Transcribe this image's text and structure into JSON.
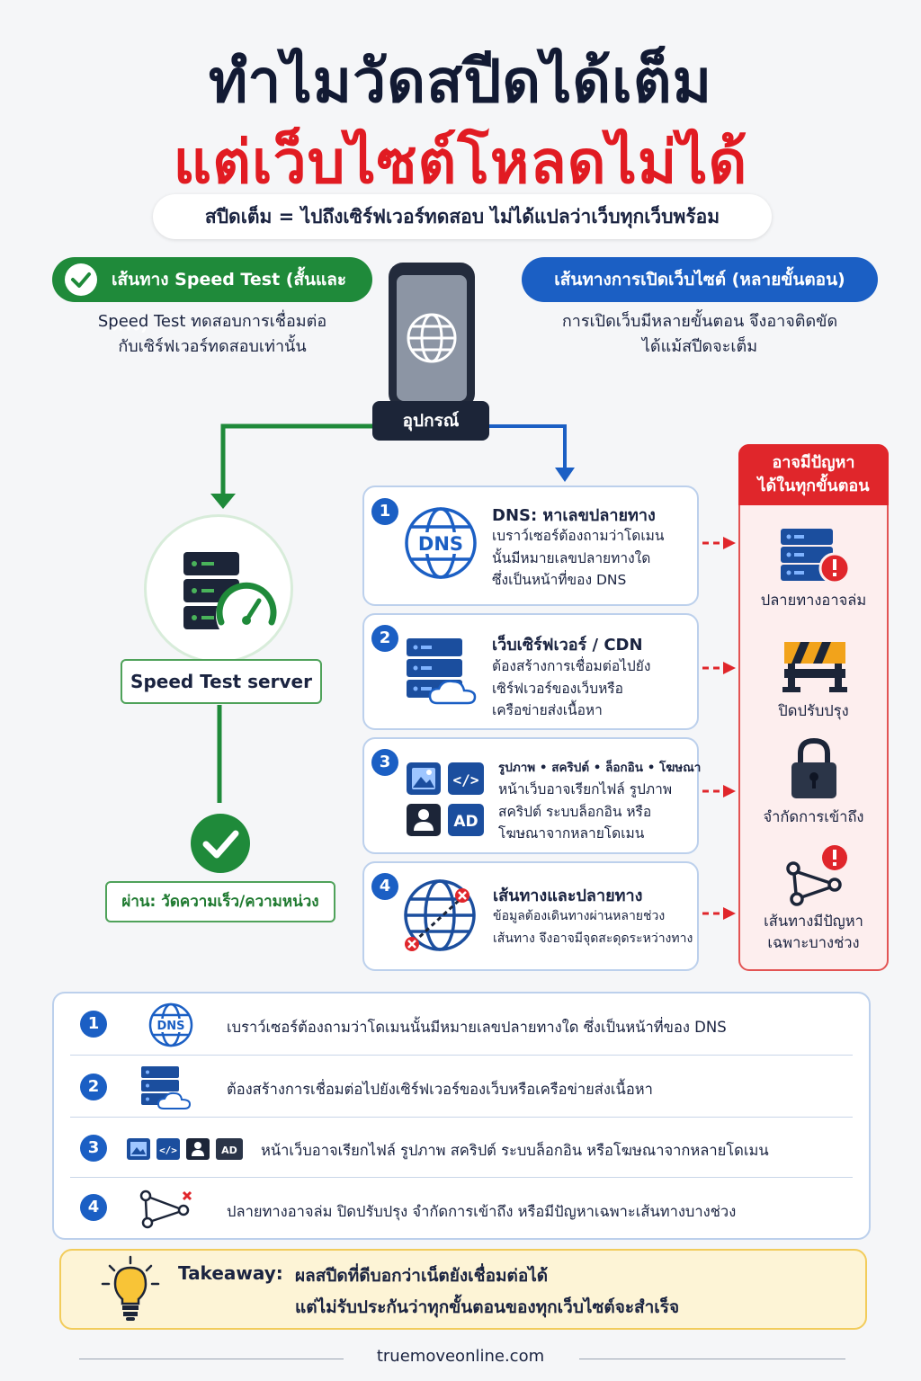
{
  "title": {
    "line1": "ทำไมวัดสปีดได้เต็ม",
    "line2": "แต่เว็บไซต์โหลดไม่ได้",
    "subtitle": "สปีดเต็ม = ไปถึงเซิร์ฟเวอร์ทดสอบ ไม่ได้แปลว่าเว็บทุกเว็บพร้อม"
  },
  "speedtest": {
    "pill": "เส้นทาง Speed Test (สั้นและตรง)",
    "desc_line1": "Speed Test ทดสอบการเชื่อมต่อ",
    "desc_line2": "กับเซิร์ฟเวอร์ทดสอบเท่านั้น",
    "server_label": "Speed Test server",
    "pass_label": "ผ่าน: วัดความเร็ว/ความหน่วง"
  },
  "website": {
    "pill": "เส้นทางการเปิดเว็บไซต์ (หลายขั้นตอน)",
    "desc_line1": "การเปิดเว็บมีหลายขั้นตอน จึงอาจติดขัด",
    "desc_line2": "ได้แม้สปีดจะเต็ม"
  },
  "device": {
    "label": "อุปกรณ์"
  },
  "steps": [
    {
      "num": "1",
      "icon": "dns-globe-icon",
      "title": "DNS: หาเลขปลายทาง",
      "lines": [
        "เบราว์เซอร์ต้องถามว่าโดเมน",
        "นั้นมีหมายเลขปลายทางใด",
        "ซึ่งเป็นหน้าที่ของ DNS"
      ]
    },
    {
      "num": "2",
      "icon": "server-cloud-icon",
      "title": "เว็บเซิร์ฟเวอร์ / CDN",
      "lines": [
        "ต้องสร้างการเชื่อมต่อไปยัง",
        "เซิร์ฟเวอร์ของเว็บหรือ",
        "เครือข่ายส่งเนื้อหา"
      ]
    },
    {
      "num": "3",
      "icon": "web-resources-icon",
      "title": "รูปภาพ • สคริปต์ • ล็อกอิน • โฆษณา",
      "lines": [
        "หน้าเว็บอาจเรียกไฟล์ รูปภาพ",
        "สคริปต์ ระบบล็อกอิน หรือ",
        "โฆษณาจากหลายโดเมน"
      ]
    },
    {
      "num": "4",
      "icon": "route-globe-icon",
      "title": "เส้นทางและปลายทาง",
      "lines": [
        "ข้อมูลต้องเดินทางผ่านหลายช่วง",
        "เส้นทาง จึงอาจมีจุดสะดุดระหว่างทาง"
      ]
    }
  ],
  "icons": {
    "ad": "AD",
    "dns": "DNS",
    "code": "</>"
  },
  "risks": {
    "head_line1": "อาจมีปัญหา",
    "head_line2": "ได้ในทุกขั้นตอน",
    "items": [
      {
        "icon": "server-error-icon",
        "lines": [
          "ปลายทางอาจล่ม"
        ]
      },
      {
        "icon": "barrier-icon",
        "lines": [
          "ปิดปรับปรุง"
        ]
      },
      {
        "icon": "lock-icon",
        "lines": [
          "จำกัดการเข้าถึง"
        ]
      },
      {
        "icon": "route-error-icon",
        "lines": [
          "เส้นทางมีปัญหา",
          "เฉพาะบางช่วง"
        ]
      }
    ]
  },
  "summary": [
    {
      "num": "1",
      "text": "เบราว์เซอร์ต้องถามว่าโดเมนนั้นมีหมายเลขปลายทางใด ซึ่งเป็นหน้าที่ของ DNS"
    },
    {
      "num": "2",
      "text": "ต้องสร้างการเชื่อมต่อไปยังเซิร์ฟเวอร์ของเว็บหรือเครือข่ายส่งเนื้อหา"
    },
    {
      "num": "3",
      "text": "หน้าเว็บอาจเรียกไฟล์ รูปภาพ สคริปต์ ระบบล็อกอิน หรือโฆษณาจากหลายโดเมน"
    },
    {
      "num": "4",
      "text": "ปลายทางอาจล่ม ปิดปรับปรุง จำกัดการเข้าถึง หรือมีปัญหาเฉพาะเส้นทางบางช่วง"
    }
  ],
  "takeaway": {
    "label": "Takeaway:",
    "line1": "ผลสปีดที่ดีบอกว่าเน็ตยังเชื่อมต่อได้",
    "line2": "แต่ไม่รับประกันว่าทุกขั้นตอนของทุกเว็บไซต์จะสำเร็จ"
  },
  "footer": "truemoveonline.com",
  "colors": {
    "green": "#1f8a3a",
    "blue": "#1b5fc4",
    "red": "#e0262b",
    "navy": "#1c2538"
  }
}
